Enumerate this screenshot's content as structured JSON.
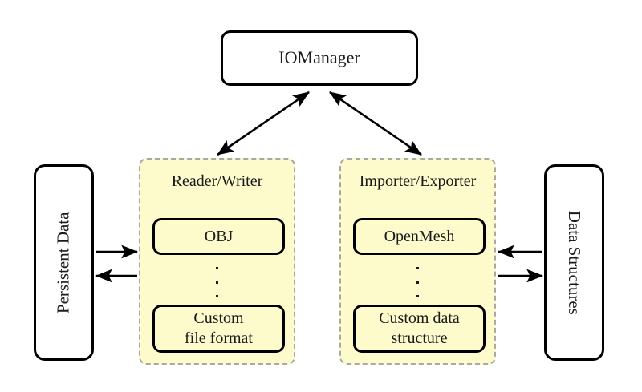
{
  "diagram": {
    "title_node": {
      "label": "IOManager"
    },
    "left_store": {
      "label": "Persistent Data",
      "orientation": "rotated-ccw"
    },
    "right_store": {
      "label": "Data Structures",
      "orientation": "rotated-cw"
    },
    "groups": [
      {
        "id": "reader-writer",
        "title": "Reader/Writer",
        "top_item": "OBJ",
        "ellipsis": "⋮",
        "bottom_item_line1": "Custom",
        "bottom_item_line2": "file format"
      },
      {
        "id": "importer-exporter",
        "title": "Importer/Exporter",
        "top_item": "OpenMesh",
        "ellipsis": "⋮",
        "bottom_item_line1": "Custom data",
        "bottom_item_line2": "structure"
      }
    ],
    "connections": [
      {
        "name": "iomanager-to-reader-writer",
        "style": "double-headed",
        "direction": "diagonal-left"
      },
      {
        "name": "iomanager-to-importer-exporter",
        "style": "double-headed",
        "direction": "diagonal-right"
      },
      {
        "name": "persistent-data-to-reader-writer",
        "style": "single-headed",
        "direction": "right"
      },
      {
        "name": "reader-writer-to-persistent-data",
        "style": "single-headed",
        "direction": "left"
      },
      {
        "name": "data-structures-to-importer-exporter",
        "style": "single-headed",
        "direction": "left"
      },
      {
        "name": "importer-exporter-to-data-structures",
        "style": "single-headed",
        "direction": "right"
      }
    ],
    "colors": {
      "group_fill": "#fdfbcb",
      "group_border": "#a8a8a8",
      "node_border": "#000000",
      "node_fill": "#ffffff",
      "text": "#1a1a1a",
      "background": "#ffffff"
    }
  }
}
